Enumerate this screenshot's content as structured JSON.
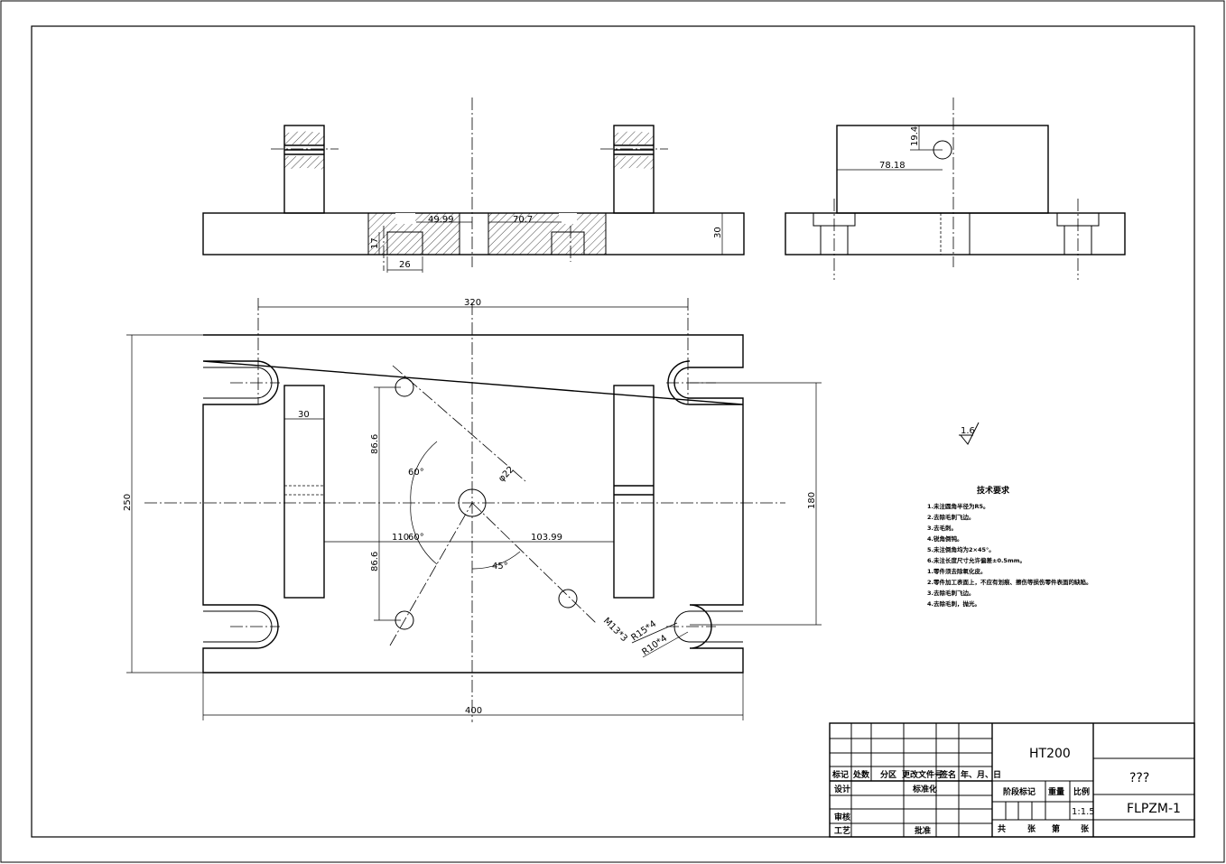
{
  "dimensions": {
    "top_49_99": "49.99",
    "top_70_7": "70.7",
    "top_30": "30",
    "top_17": "17",
    "top_26": "26",
    "side_19_4": "19.4",
    "side_78_18": "78.18",
    "plan_320": "320",
    "plan_250": "250",
    "plan_180": "180",
    "plan_400": "400",
    "plan_30": "30",
    "plan_86_6_a": "86.6",
    "plan_86_6_b": "86.6",
    "plan_110": "110",
    "plan_103_99": "103.99",
    "angle_60_a": "60°",
    "angle_60_b": "60°",
    "angle_45": "45°",
    "phi_22": "φ22",
    "m13": "M13*3",
    "r15": "R15*4",
    "r10": "R10*4"
  },
  "roughness": "1.6",
  "tech_requirements": {
    "title": "技术要求",
    "items": [
      "1.未注圆角半径为R5。",
      "2.去除毛刺飞边。",
      "3.去毛刺。",
      "4.锐角倒钝。",
      "5.未注倒角均为2×45°。",
      "6.未注长度尺寸允许偏差±0.5mm。",
      "1.零件须去除氧化皮。",
      "2.零件加工表面上，不应有划痕、擦伤等损伤零件表面的缺陷。",
      "3.去除毛刺飞边。",
      "4.去除毛刺，抛光。"
    ]
  },
  "title_block": {
    "material": "HT200",
    "name": "???",
    "drawing_no": "FLPZM-1",
    "scale": "1:1.5",
    "labels": {
      "mark": "标记",
      "count": "处数",
      "zone": "分区",
      "change_doc": "更改文件号",
      "signature": "签名",
      "date": "年、月、日",
      "design": "设计",
      "standard": "标准化",
      "stage": "阶段标记",
      "weight": "重量",
      "ratio": "比例",
      "review": "审核",
      "process": "工艺",
      "approve": "批准",
      "total": "共",
      "sheets": "张",
      "no": "第",
      "sheet": "张"
    }
  }
}
